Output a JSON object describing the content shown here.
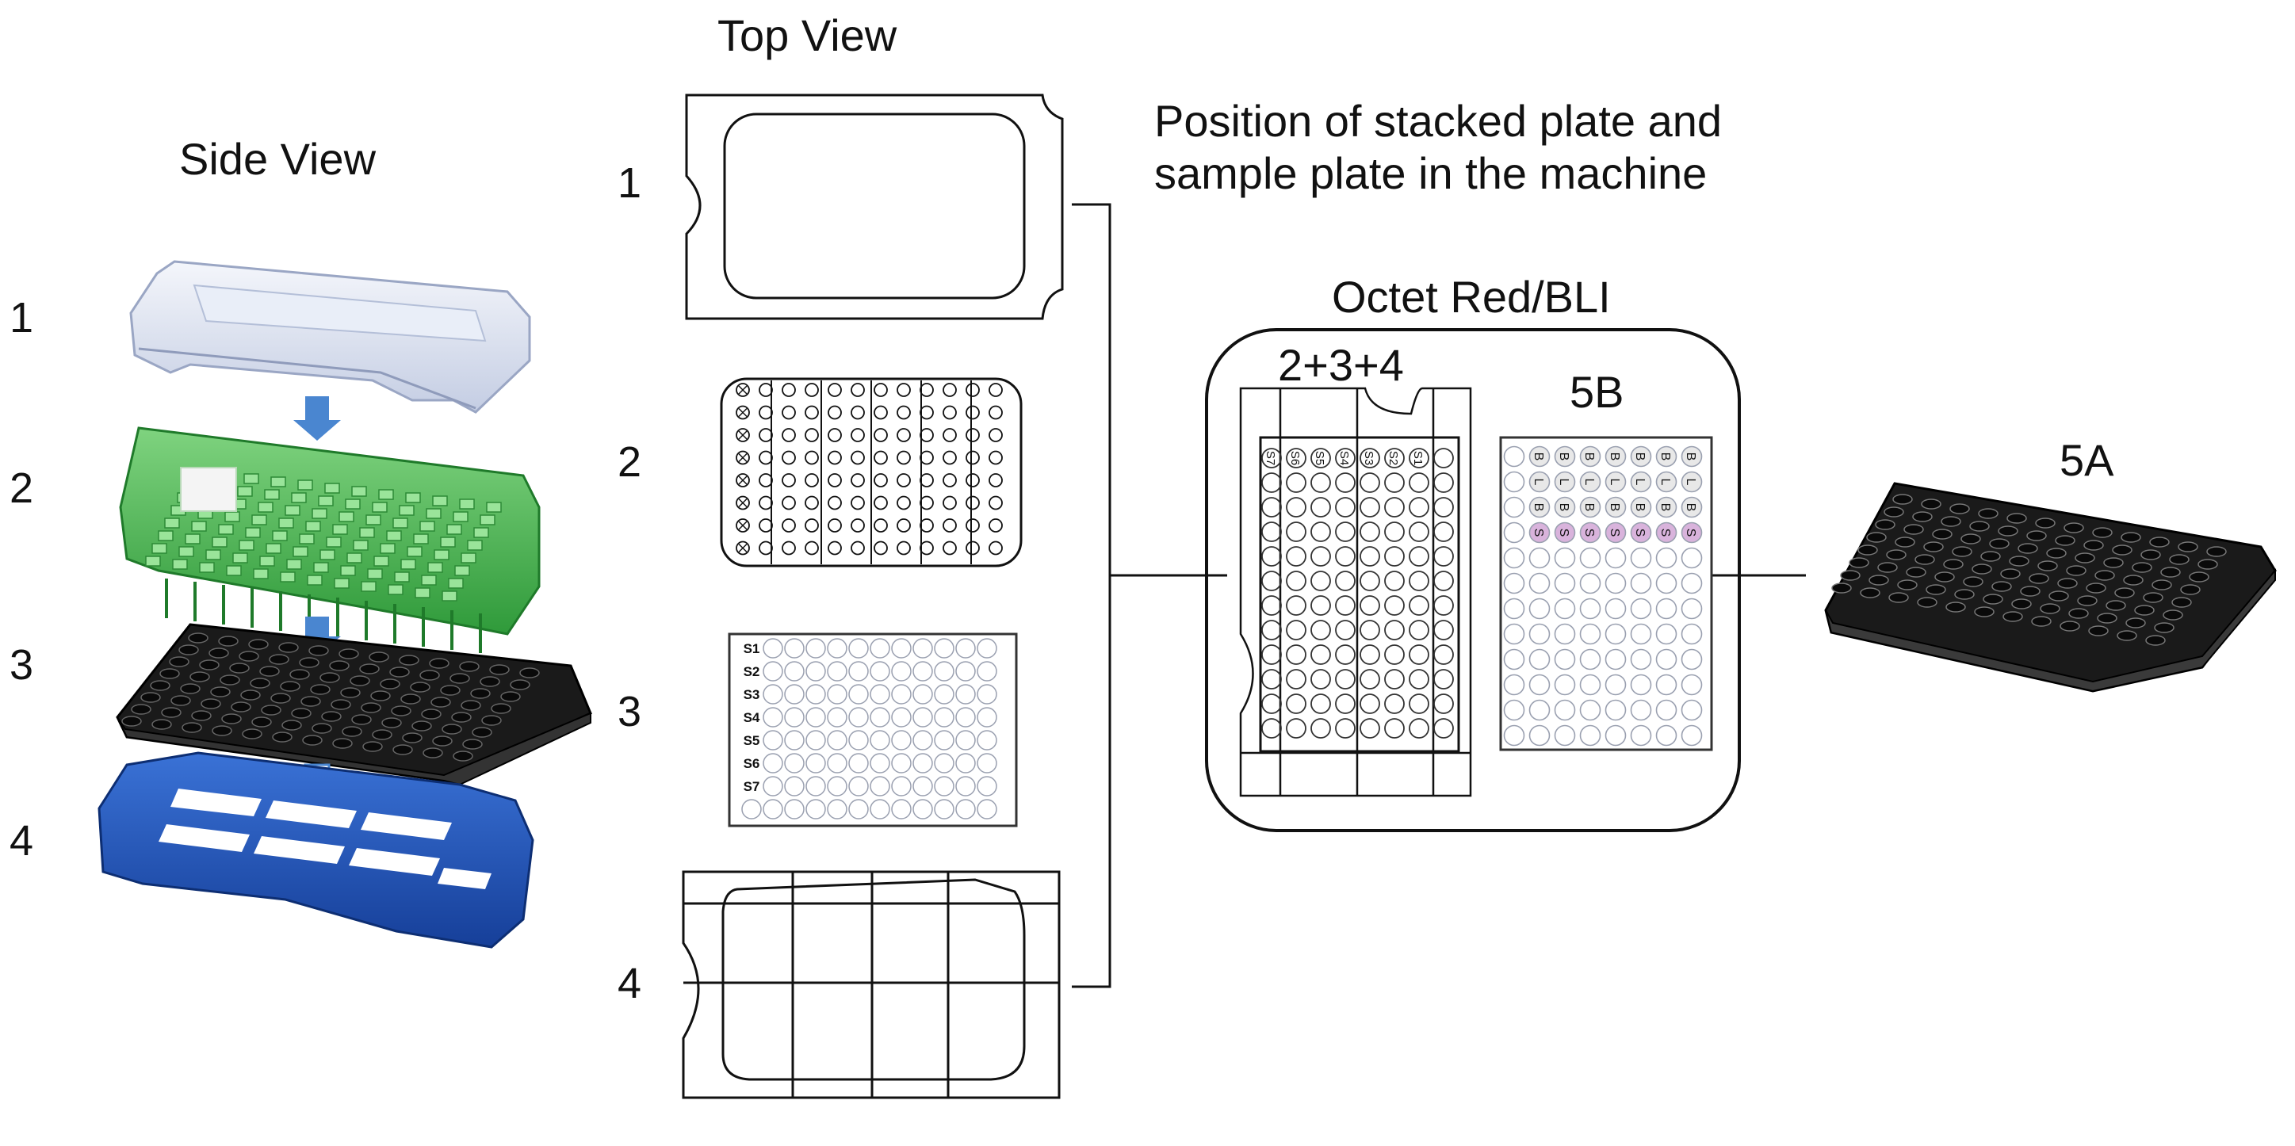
{
  "side_view": {
    "title": "Side View",
    "numbers": [
      "1",
      "2",
      "3",
      "4"
    ]
  },
  "top_view": {
    "title": "Top View",
    "numbers": [
      "1",
      "2",
      "3",
      "4"
    ],
    "sample_labels": [
      "S1",
      "S2",
      "S3",
      "S4",
      "S5",
      "S6",
      "S7"
    ]
  },
  "machine": {
    "caption_line1": "Position of stacked plate and",
    "caption_line2": "sample plate in the machine",
    "instrument": "Octet Red/BLI",
    "stack_label": "2+3+4",
    "plate_5b": "5B",
    "plate_5a": "5A",
    "stack_top_labels": [
      "S7",
      "S6",
      "S5",
      "S4",
      "S3",
      "S2",
      "S1"
    ],
    "plate_5b_rows": [
      [
        "B",
        "B",
        "B",
        "B",
        "B",
        "B",
        "B"
      ],
      [
        "L",
        "L",
        "L",
        "L",
        "L",
        "L",
        "L"
      ],
      [
        "B",
        "B",
        "B",
        "B",
        "B",
        "B",
        "B"
      ],
      [
        "S",
        "S",
        "S",
        "S",
        "S",
        "S",
        "S"
      ]
    ]
  },
  "colors": {
    "lid": "#dde4f2",
    "sensor_tray": "#4caf50",
    "plate": "#1a1a1a",
    "holder": "#1f4fb0",
    "arrow": "#4a86d0",
    "sample_well": "#d9b3dc"
  }
}
